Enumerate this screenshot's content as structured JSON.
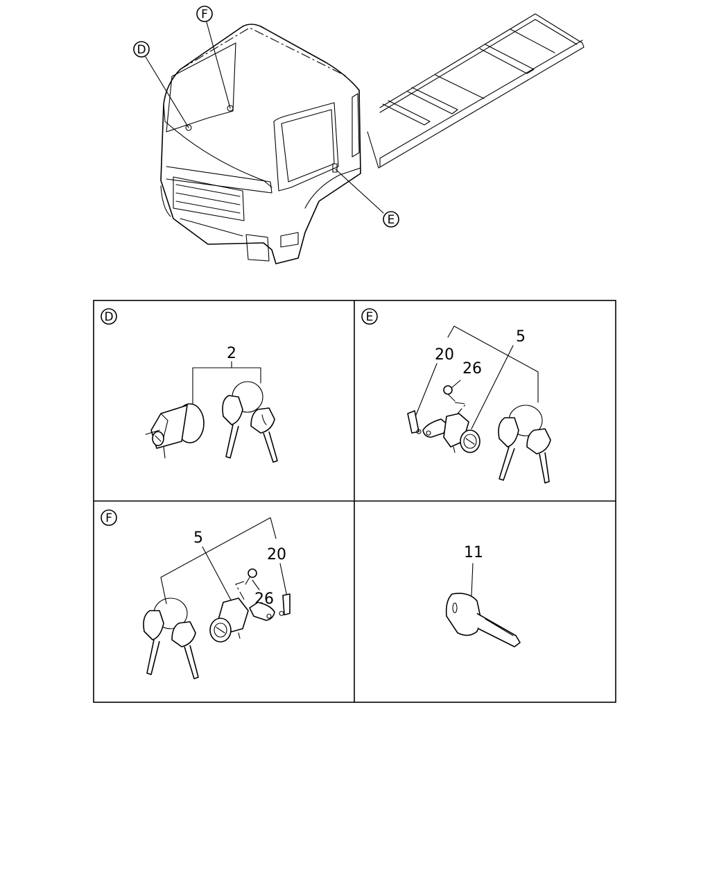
{
  "overview": {
    "callouts": [
      {
        "id": "D",
        "label": "D"
      },
      {
        "id": "F",
        "label": "F"
      },
      {
        "id": "E",
        "label": "E"
      }
    ]
  },
  "panels": {
    "d": {
      "badge": "D",
      "labels": {
        "key_set": "2"
      }
    },
    "e": {
      "badge": "E",
      "labels": {
        "lock_set": "20",
        "screw": "26",
        "keys": "5"
      }
    },
    "f": {
      "badge": "F",
      "labels": {
        "keys": "5",
        "lock_set": "20",
        "screw": "26"
      }
    },
    "g": {
      "labels": {
        "blank_key": "11"
      }
    }
  }
}
